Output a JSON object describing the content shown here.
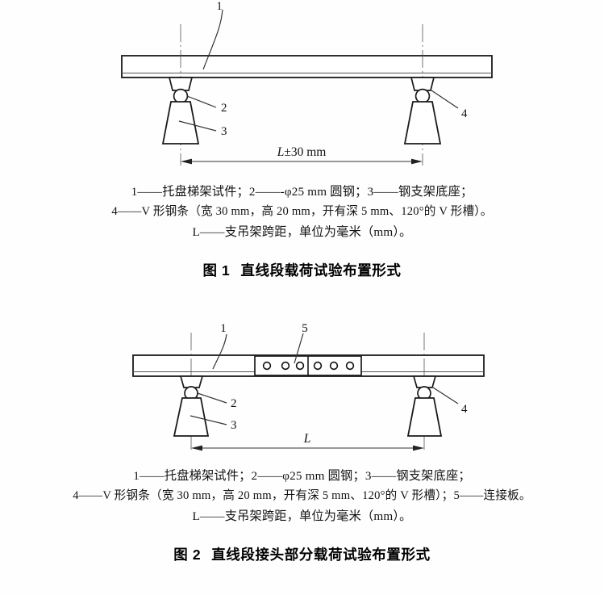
{
  "document": {
    "language": "zh-CN",
    "type": "technical-standard-figures"
  },
  "figure1": {
    "id": "figure-1",
    "title_label": "图 1",
    "title_text": "直线段载荷试验布置形式",
    "dimension_label": "L±30 mm",
    "dimension_var": "L",
    "dimension_tolerance": "±30 mm",
    "callouts": [
      {
        "key": "1",
        "label": "1"
      },
      {
        "key": "2",
        "label": "2"
      },
      {
        "key": "3",
        "label": "3"
      },
      {
        "key": "4",
        "label": "4"
      }
    ],
    "legend_line1": "1——托盘梯架试件；2——-φ25 mm 圆钢；3——钢支架底座；",
    "legend_line2": "4——V 形钢条（宽 30 mm，高 20 mm，开有深 5 mm、120°的 V 形槽）。",
    "legend_line3": "L——支吊架跨距，单位为毫米（mm）。",
    "legend_items": [
      {
        "num": "1",
        "desc": "托盘梯架试件"
      },
      {
        "num": "2",
        "desc": "φ25 mm 圆钢"
      },
      {
        "num": "3",
        "desc": "钢支架底座"
      },
      {
        "num": "4",
        "desc": "V 形钢条（宽 30 mm，高 20 mm，开有深 5 mm、120°的 V 形槽）"
      },
      {
        "num": "L",
        "desc": "支吊架跨距，单位为毫米（mm）"
      }
    ]
  },
  "figure2": {
    "id": "figure-2",
    "title_label": "图 2",
    "title_text": "直线段接头部分载荷试验布置形式",
    "dimension_label": "L",
    "dimension_var": "L",
    "splice_hole_count": 6,
    "callouts": [
      {
        "key": "1",
        "label": "1"
      },
      {
        "key": "2",
        "label": "2"
      },
      {
        "key": "3",
        "label": "3"
      },
      {
        "key": "4",
        "label": "4"
      },
      {
        "key": "5",
        "label": "5"
      }
    ],
    "legend_line1": "1——托盘梯架试件；2——φ25 mm 圆钢；3——钢支架底座；",
    "legend_line2": "4——V 形钢条（宽 30 mm，高 20 mm，开有深 5 mm、120°的 V 形槽）；5——连接板。",
    "legend_line3": "L——支吊架跨距，单位为毫米（mm）。",
    "legend_items": [
      {
        "num": "1",
        "desc": "托盘梯架试件"
      },
      {
        "num": "2",
        "desc": "φ25 mm 圆钢"
      },
      {
        "num": "3",
        "desc": "钢支架底座"
      },
      {
        "num": "4",
        "desc": "V 形钢条（宽 30 mm，高 20 mm，开有深 5 mm、120°的 V 形槽）"
      },
      {
        "num": "5",
        "desc": "连接板"
      },
      {
        "num": "L",
        "desc": "支吊架跨距，单位为毫米（mm）"
      }
    ]
  },
  "colors": {
    "line": "#1a1a1a",
    "thin_line": "#444444",
    "background": "#ffffff",
    "text": "#131313"
  }
}
